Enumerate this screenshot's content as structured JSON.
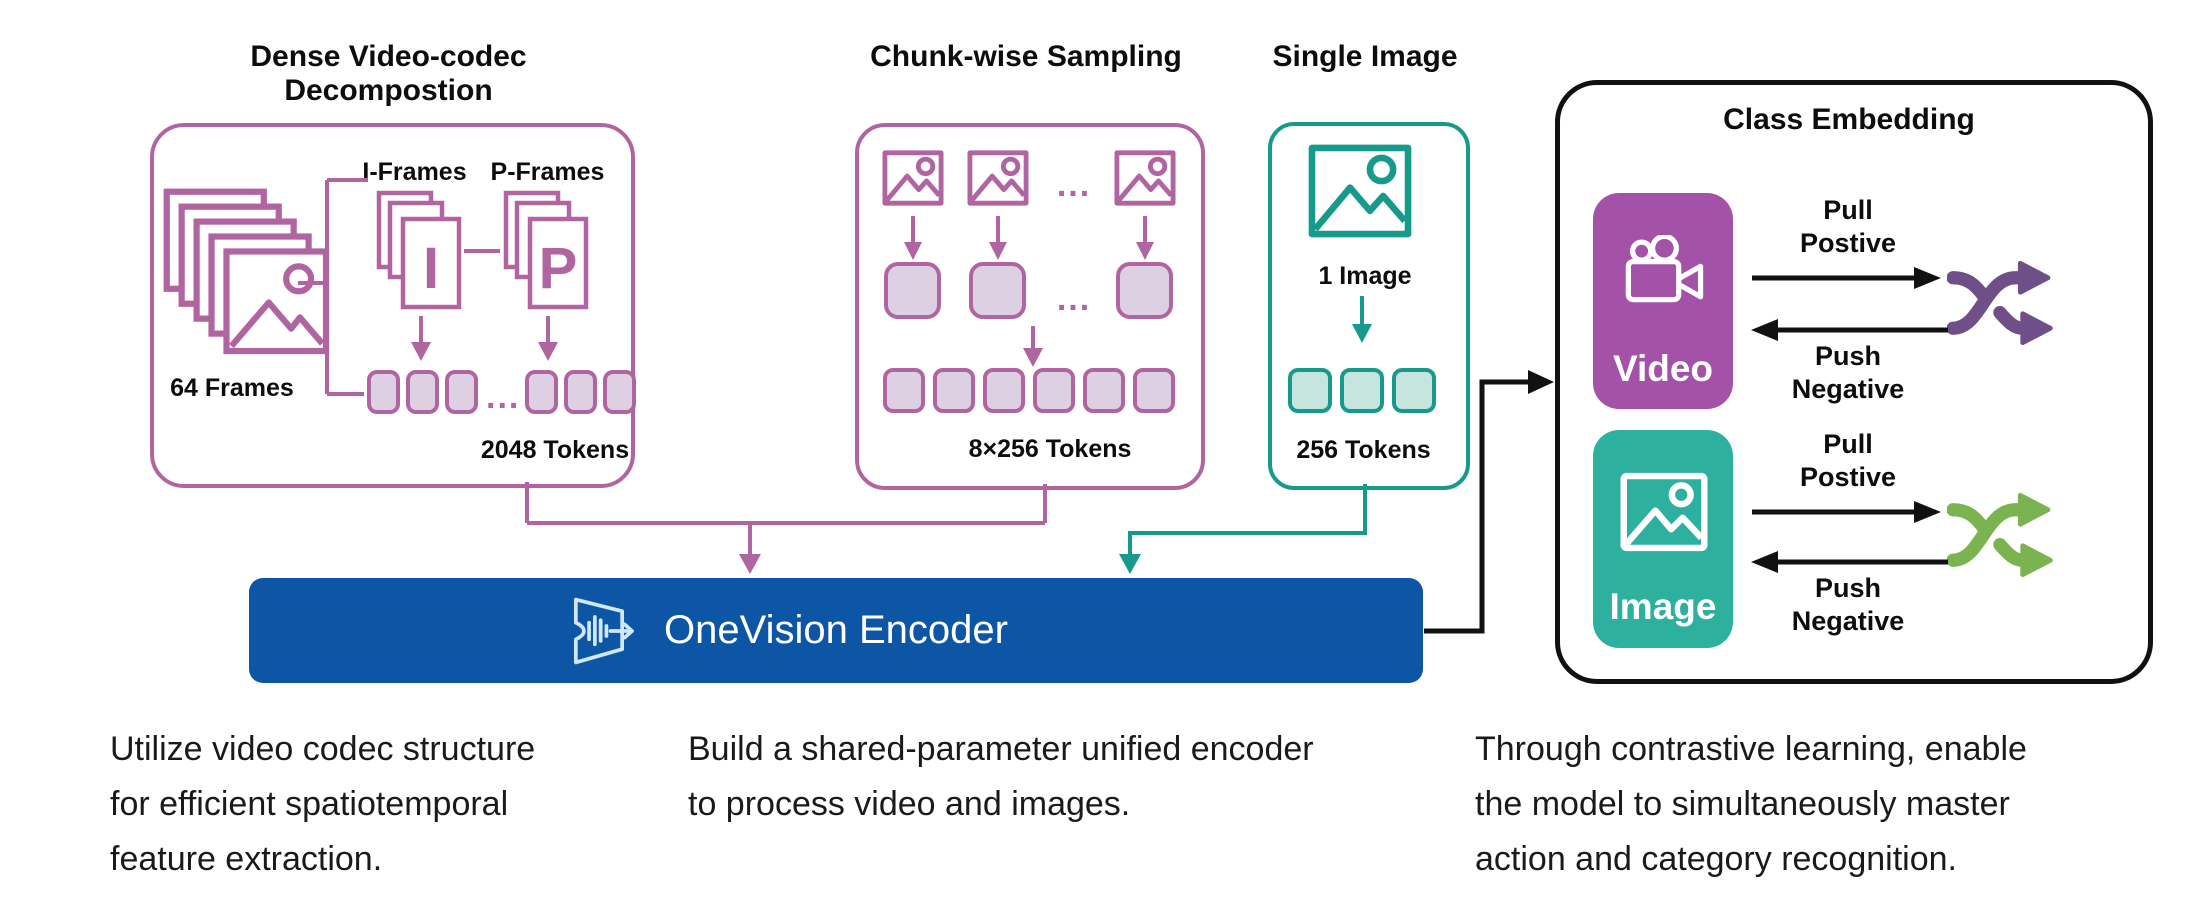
{
  "diagram": {
    "dense": {
      "title": "Dense Video-codec Decompostion",
      "frames_label": "64 Frames",
      "i_frames_label": "I-Frames",
      "p_frames_label": "P-Frames",
      "i_letter": "I",
      "p_letter": "P",
      "tokens_label": "2048 Tokens"
    },
    "chunk": {
      "title": "Chunk-wise Sampling",
      "tokens_label": "8×256 Tokens"
    },
    "single": {
      "title": "Single Image",
      "image_label": "1 Image",
      "tokens_label": "256 Tokens"
    },
    "ellipsis": "...",
    "encoder": {
      "label": "OneVision Encoder"
    },
    "class_embedding": {
      "title": "Class Embedding",
      "rows": [
        {
          "label": "Video",
          "pull": [
            "Pull",
            "Postive"
          ],
          "push": [
            "Push",
            "Negative"
          ]
        },
        {
          "label": "Image",
          "pull": [
            "Pull",
            "Postive"
          ],
          "push": [
            "Push",
            "Negative"
          ]
        }
      ]
    }
  },
  "captions": [
    {
      "lines": [
        "Utilize video codec structure",
        "for efficient spatiotemporal",
        "feature extraction."
      ]
    },
    {
      "lines": [
        "Build a shared-parameter unified encoder",
        "to process video and images."
      ]
    },
    {
      "lines": [
        "Through contrastive learning, enable",
        "the model to simultaneously master",
        "action and category recognition."
      ]
    }
  ],
  "colors": {
    "pink": "#b165a0",
    "pink_token_fill": "#ddd0e3",
    "teal": "#179a8c",
    "teal_token_fill": "#c6e5de",
    "encoder_blue": "#0d56a6",
    "encoder_icon_blue": "#cfe7f7",
    "video_purple": "#a352a8",
    "image_teal": "#2eb09e",
    "shuffle_purple": "#6f4f87",
    "shuffle_green": "#7ab350",
    "text_black": "#1a1a1a"
  }
}
